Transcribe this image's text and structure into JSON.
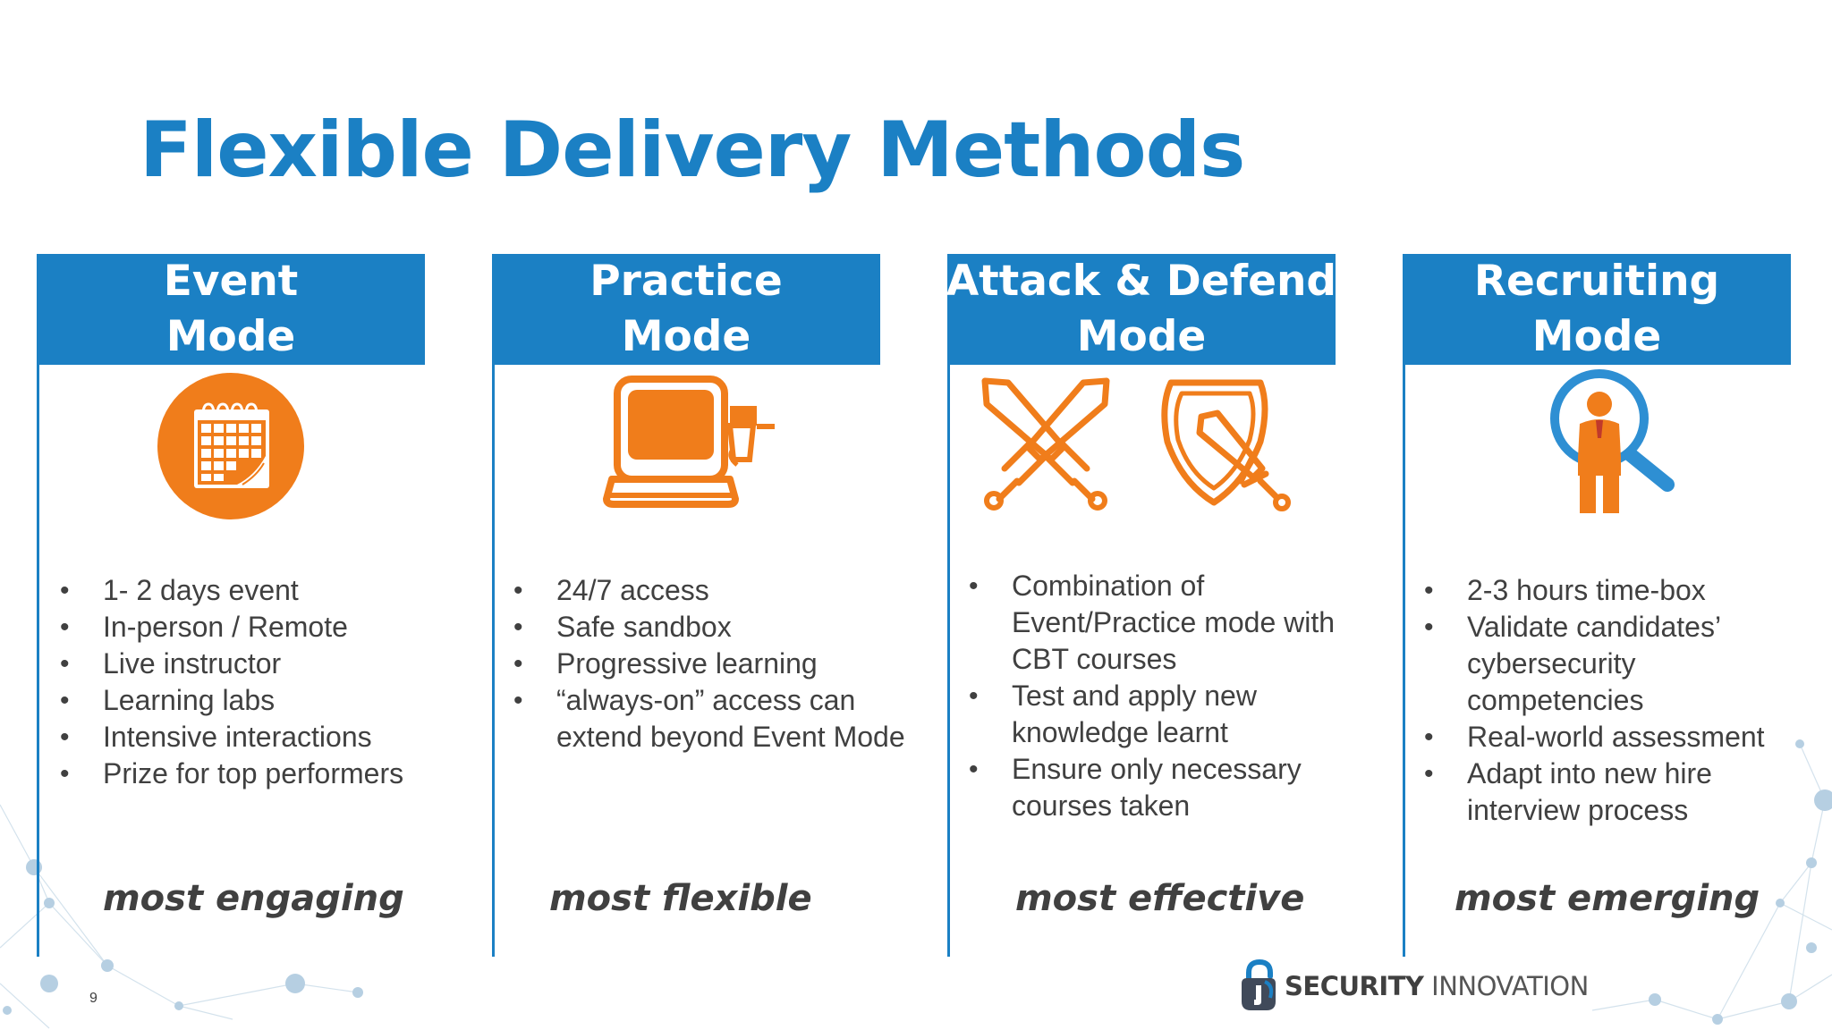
{
  "title": "Flexible Delivery Methods",
  "page_number": "9",
  "colors": {
    "accent_blue": "#1b80c4",
    "icon_orange": "#f07d1b",
    "text_gray": "#404040"
  },
  "columns": [
    {
      "header_line1": "Event",
      "header_line2": "Mode",
      "icon": "calendar-icon",
      "bullets": [
        "1- 2 days event",
        "In-person / Remote",
        "Live instructor",
        "Learning labs",
        "Intensive interactions",
        "Prize for top performers"
      ],
      "tagline": "most engaging"
    },
    {
      "header_line1": "Practice",
      "header_line2": "Mode",
      "icon": "computer-icon",
      "bullets": [
        "24/7 access",
        "Safe sandbox",
        "Progressive learning",
        "“always-on” access can extend beyond Event Mode"
      ],
      "tagline": "most flexible"
    },
    {
      "header_line1": "Attack & Defend",
      "header_line2": "Mode",
      "icon": "crossed-swords-icon",
      "icon2": "shield-sword-icon",
      "bullets": [
        "Combination of Event/Practice mode with CBT courses",
        "Test and apply new knowledge learnt",
        "Ensure only necessary courses taken"
      ],
      "tagline": "most effective"
    },
    {
      "header_line1": "Recruiting",
      "header_line2": "Mode",
      "icon": "magnifier-person-icon",
      "bullets": [
        "2-3 hours time-box",
        "Validate candidates’ cybersecurity competencies",
        "Real-world assessment",
        "Adapt into new hire interview process"
      ],
      "tagline": "most emerging"
    }
  ],
  "logo": {
    "text_bold": "SECURITY",
    "text_light": " INNOVATION",
    "icon": "lock-logo-icon"
  }
}
